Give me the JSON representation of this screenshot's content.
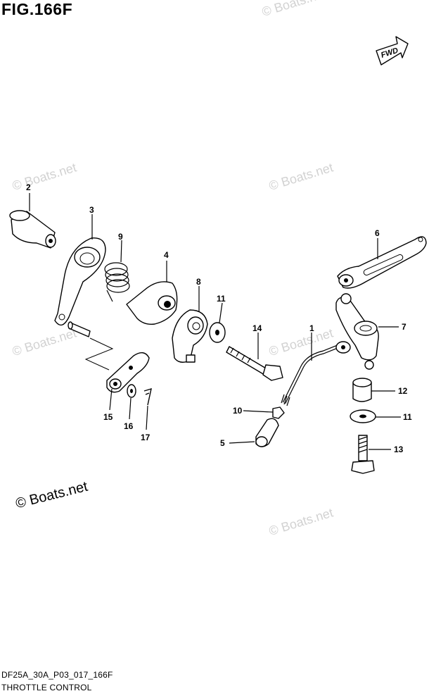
{
  "figure": {
    "title": "FIG.166F",
    "fwd_label": "FWD",
    "drawing_code": "DF25A_30A_P03_017_166F",
    "drawing_name": "THROTTLE CONTROL"
  },
  "watermark": {
    "text": "© Boats.net",
    "prominent_text": "© Boats.net"
  },
  "callouts": {
    "p1": "1",
    "p2": "2",
    "p3": "3",
    "p4": "4",
    "p5": "5",
    "p6": "6",
    "p7": "7",
    "p8": "8",
    "p9": "9",
    "p10": "10",
    "p11a": "11",
    "p11b": "11",
    "p12": "12",
    "p13": "13",
    "p14": "14",
    "p15": "15",
    "p16": "16",
    "p17": "17"
  }
}
